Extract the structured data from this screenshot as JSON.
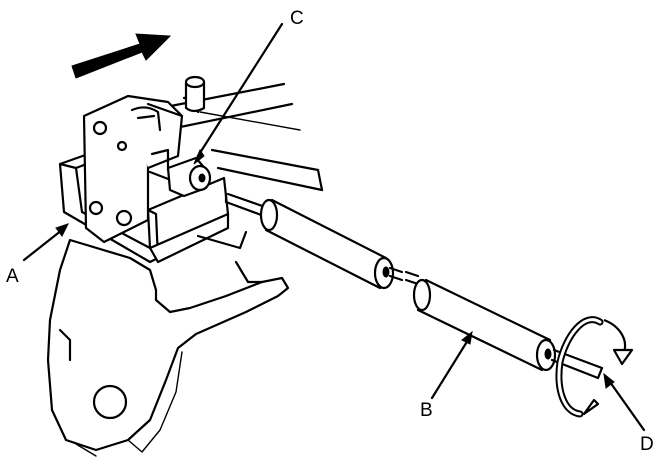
{
  "labels": {
    "a": "A",
    "b": "B",
    "c": "C",
    "d": "D"
  },
  "colors": {
    "line": "#000000",
    "background": "#ffffff"
  },
  "icons": {
    "direction_arrow": "arrow-right-icon",
    "rotation": "rotate-clockwise-icon"
  }
}
